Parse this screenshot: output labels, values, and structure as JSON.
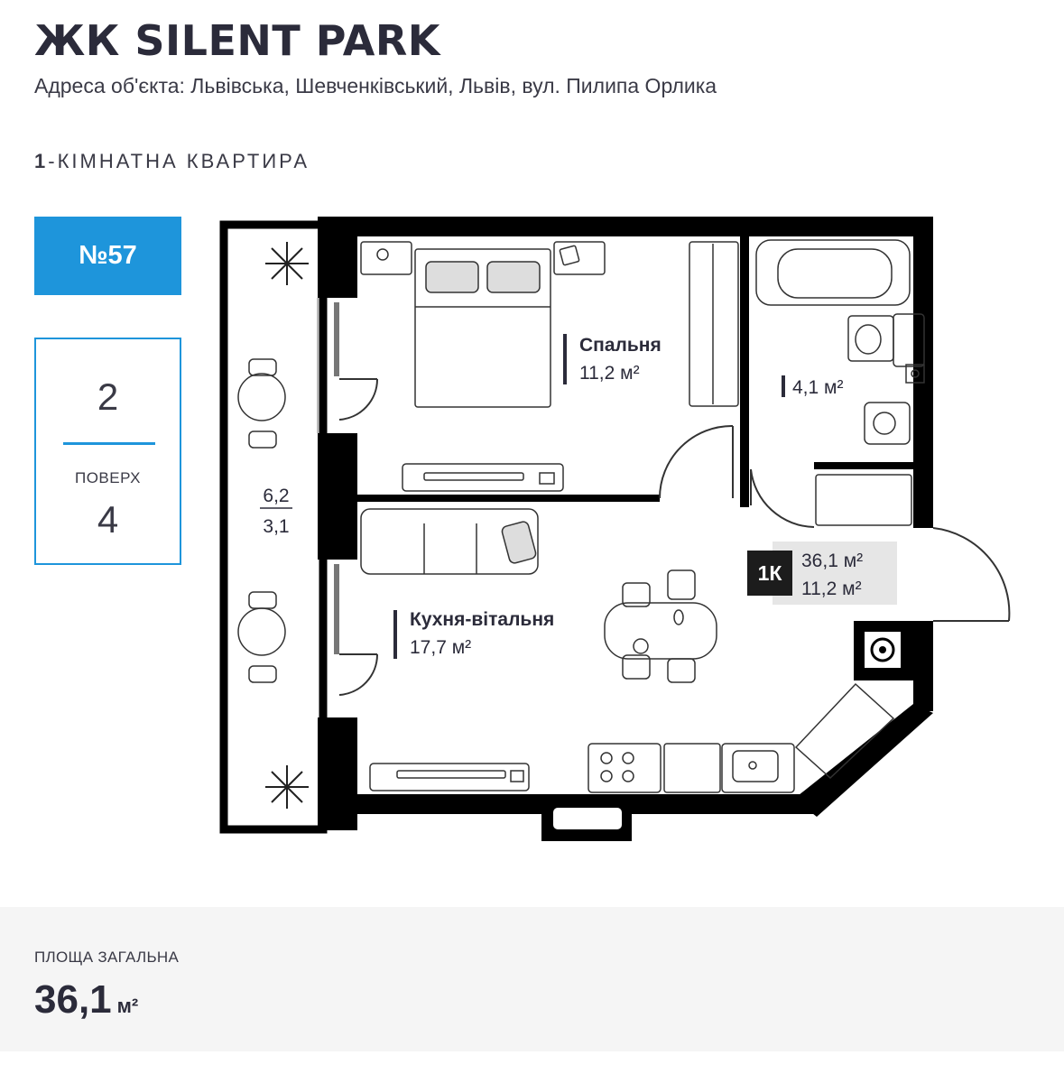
{
  "header": {
    "title": "ЖК SILENT PARK",
    "address": "Адреса об'єкта: Львівська, Шевченківський, Львів, вул. Пилипа Орлика",
    "rooms_count": "1",
    "rooms_label": "-КІМНАТНА КВАРТИРА"
  },
  "unit": {
    "number": "№57"
  },
  "floor": {
    "floors_total": "2",
    "label": "ПОВЕРХ",
    "current": "4"
  },
  "plan": {
    "bedroom": {
      "name": "Спальня",
      "area": "11,2 м²"
    },
    "bathroom": {
      "area": "4,1 м²"
    },
    "kitchen_living": {
      "name": "Кухня-вітальня",
      "area": "17,7 м²"
    },
    "balcony": {
      "area_1": "6,2",
      "area_2": "3,1"
    },
    "summary": {
      "badge": "1К",
      "total_area": "36,1 м²",
      "living_area": "11,2 м²"
    }
  },
  "footer": {
    "label": "ПЛОЩА ЗАГАЛЬНА",
    "value": "36,1",
    "unit": "м²"
  },
  "colors": {
    "accent": "#1e95db",
    "wall": "#000000",
    "text": "#2b2b3a",
    "footer_bg": "#f5f5f5"
  }
}
